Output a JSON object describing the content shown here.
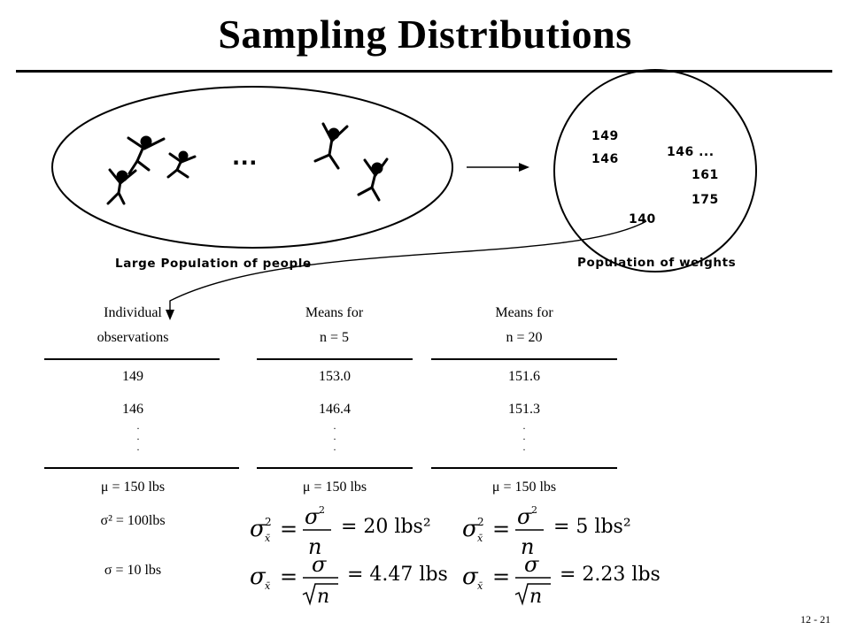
{
  "slide": {
    "title": "Sampling Distributions",
    "page_number": "12 - 21"
  },
  "illustration": {
    "population_label": "Large Population of people",
    "weights_label": "Population of weights",
    "ellipsis": "...",
    "weights": [
      "149",
      "146",
      "146 ...",
      "161",
      "175",
      "140"
    ]
  },
  "table": {
    "columns": [
      {
        "header_line1": "Individual",
        "header_line2": "observations",
        "values": [
          "149",
          "146"
        ],
        "mean": "μ = 150 lbs",
        "variance": "σ² = 100lbs",
        "sd": "σ = 10 lbs"
      },
      {
        "header_line1": "Means for",
        "header_line2": "n = 5",
        "values": [
          "153.0",
          "146.4"
        ],
        "mean": "μ = 150 lbs",
        "variance_result": "= 20 lbs²",
        "sd_result": "= 4.47 lbs"
      },
      {
        "header_line1": "Means for",
        "header_line2": "n = 20",
        "values": [
          "151.6",
          "151.3"
        ],
        "mean": "μ = 150 lbs",
        "variance_result": "= 5 lbs²",
        "sd_result": "= 2.23 lbs"
      }
    ]
  }
}
